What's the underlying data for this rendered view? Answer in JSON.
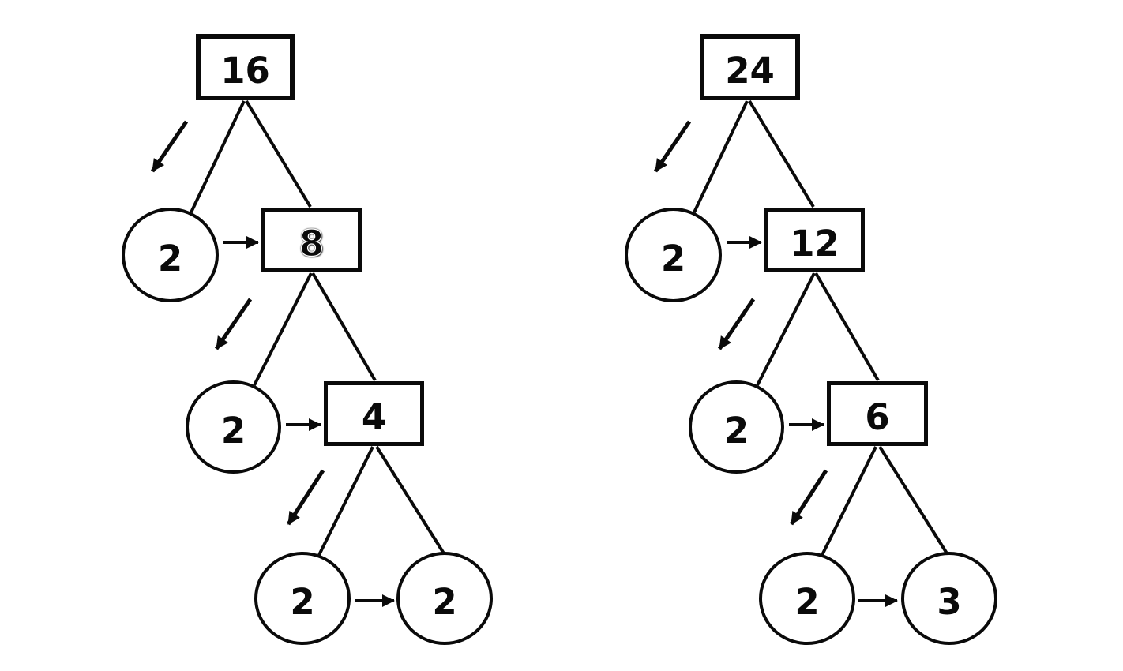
{
  "page": {
    "background_color": "#ffffff",
    "ink_color": "#0a0a0a",
    "description_not_rendered": ""
  },
  "icons": {
    "step_arrow": "arrow-down-left-icon",
    "multiply_arrow": "arrow-right-icon"
  },
  "trees": [
    {
      "id": "factor-tree-16",
      "root": "16",
      "steps": [
        {
          "divisor": "2",
          "quotient": "8"
        },
        {
          "divisor": "2",
          "quotient": "4"
        },
        {
          "divisor": "2",
          "quotient": "2"
        }
      ]
    },
    {
      "id": "factor-tree-24",
      "root": "24",
      "steps": [
        {
          "divisor": "2",
          "quotient": "12"
        },
        {
          "divisor": "2",
          "quotient": "6"
        },
        {
          "divisor": "2",
          "quotient": "3"
        }
      ]
    }
  ]
}
